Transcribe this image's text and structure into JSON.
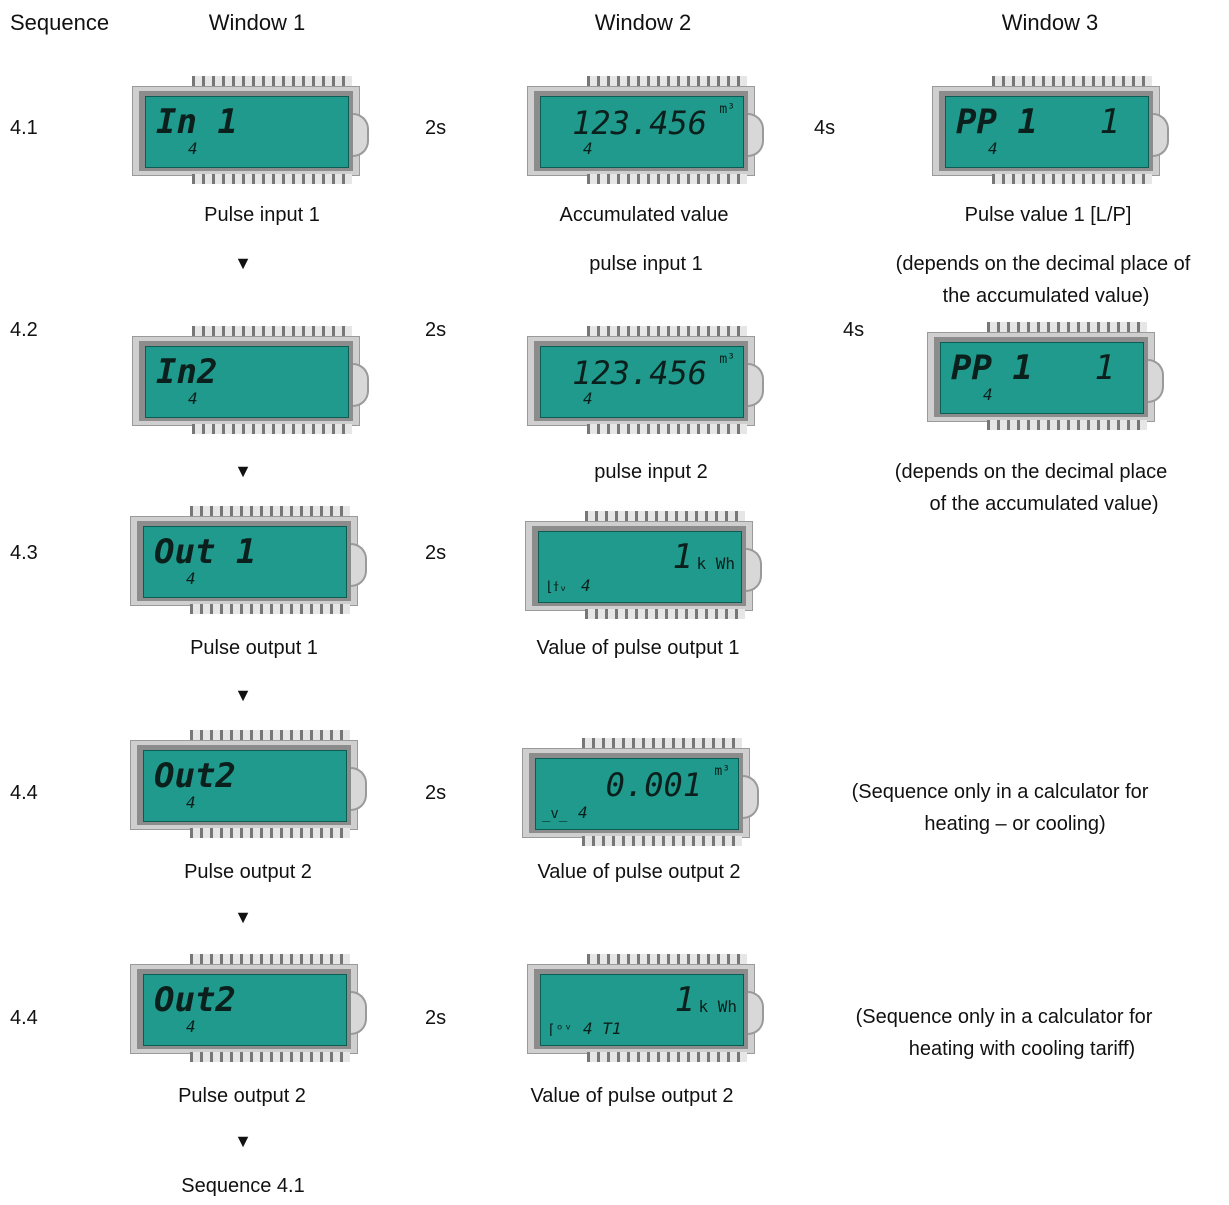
{
  "headers": {
    "sequence": "Sequence",
    "window1": "Window 1",
    "window2": "Window 2",
    "window3": "Window 3"
  },
  "rows": [
    {
      "seq": "4.1",
      "w1": {
        "display": "In 1",
        "small": "4",
        "caption": "Pulse input 1"
      },
      "d2": "2s",
      "w2": {
        "value": "123.456",
        "unit": "m³",
        "small": "4",
        "caption": "Accumulated value",
        "caption2": "pulse input 1"
      },
      "d3": "4s",
      "w3": {
        "display": "PP 1",
        "value": "1",
        "small": "4",
        "caption": "Pulse value 1 [L/P]",
        "caption2": "(depends on the decimal place of",
        "caption3": "the accumulated value)"
      }
    },
    {
      "seq": "4.2",
      "w1": {
        "display": "In2",
        "small": "4"
      },
      "d2": "2s",
      "w2": {
        "value": "123.456",
        "unit": "m³",
        "small": "4",
        "caption": "pulse input 2"
      },
      "d3": "4s",
      "w3": {
        "display": "PP 1",
        "value": "1",
        "small": "4",
        "caption": "(depends on the decimal place",
        "caption2": "of the accumulated value)"
      }
    },
    {
      "seq": "4.3",
      "w1": {
        "display": "Out 1",
        "small": "4",
        "caption": "Pulse output 1"
      },
      "d2": "2s",
      "w2": {
        "value": "1",
        "unit": "k Wh",
        "icon": "⌊ϯᵥ",
        "small": "4",
        "caption": "Value of pulse output 1"
      }
    },
    {
      "seq": "4.4",
      "w1": {
        "display": "Out2",
        "small": "4",
        "caption": "Pulse output 2"
      },
      "d2": "2s",
      "w2": {
        "value": "0.001",
        "unit": "m³",
        "icon": "_v_",
        "small": "4",
        "caption": "Value of pulse output 2"
      },
      "note": "(Sequence only in a calculator for",
      "note2": "heating – or cooling)"
    },
    {
      "seq": "4.4",
      "w1": {
        "display": "Out2",
        "small": "4",
        "caption": "Pulse output 2"
      },
      "d2": "2s",
      "w2": {
        "value": "1",
        "unit": "k Wh",
        "icon": "⌈ᵒᵛ",
        "small": "4 T1",
        "caption": "Value of pulse output 2"
      },
      "note": "(Sequence only in a calculator for",
      "note2": "heating with cooling tariff)"
    }
  ],
  "arrow": "▼",
  "footer": "Sequence 4.1",
  "colors": {
    "lcd_screen": "#1f9a8c",
    "lcd_body": "#cfcfcf",
    "lcd_frame": "#8c8c8c"
  }
}
